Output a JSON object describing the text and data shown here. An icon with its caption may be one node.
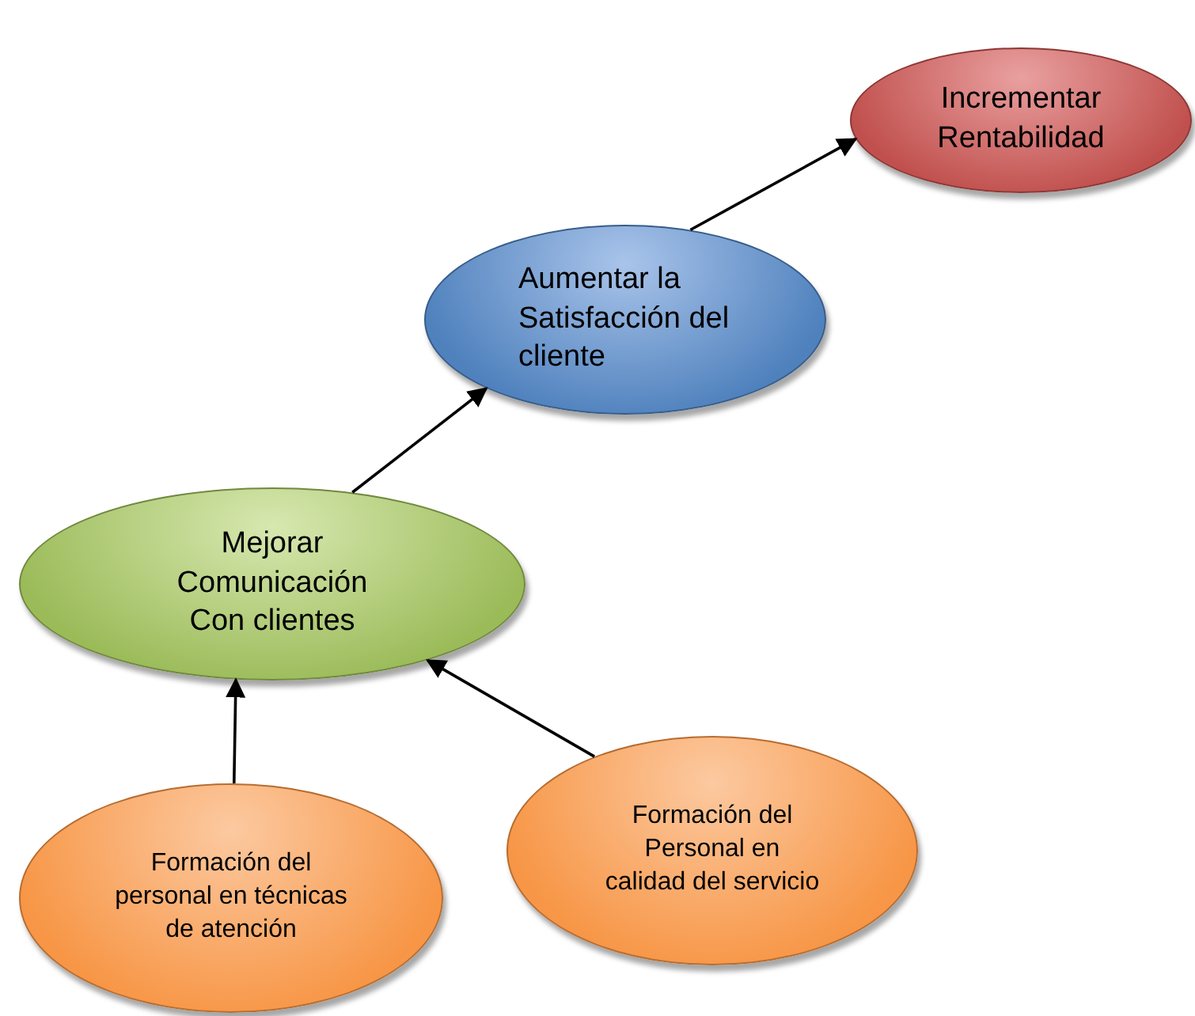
{
  "diagram": {
    "nodes": [
      {
        "text": [
          "Incrementar Rentabilidad"
        ]
      },
      {
        "text": [
          "Aumentar la Satisfacción del cliente"
        ]
      },
      {
        "text": [
          "Mejorar Comunicación Con clientes"
        ]
      },
      {
        "text": [
          "Formación del personal en técnicas de atención"
        ]
      },
      {
        "text": [
          "Formación del Personal en calidad del servicio"
        ]
      }
    ],
    "edges": [
      {
        "from": 3,
        "to": 2,
        "arrow": "to"
      },
      {
        "from": 4,
        "to": 2,
        "arrow": "to"
      },
      {
        "from": 2,
        "to": 1,
        "arrow": "to"
      },
      {
        "from": 1,
        "to": 0,
        "arrow": "to"
      }
    ]
  }
}
